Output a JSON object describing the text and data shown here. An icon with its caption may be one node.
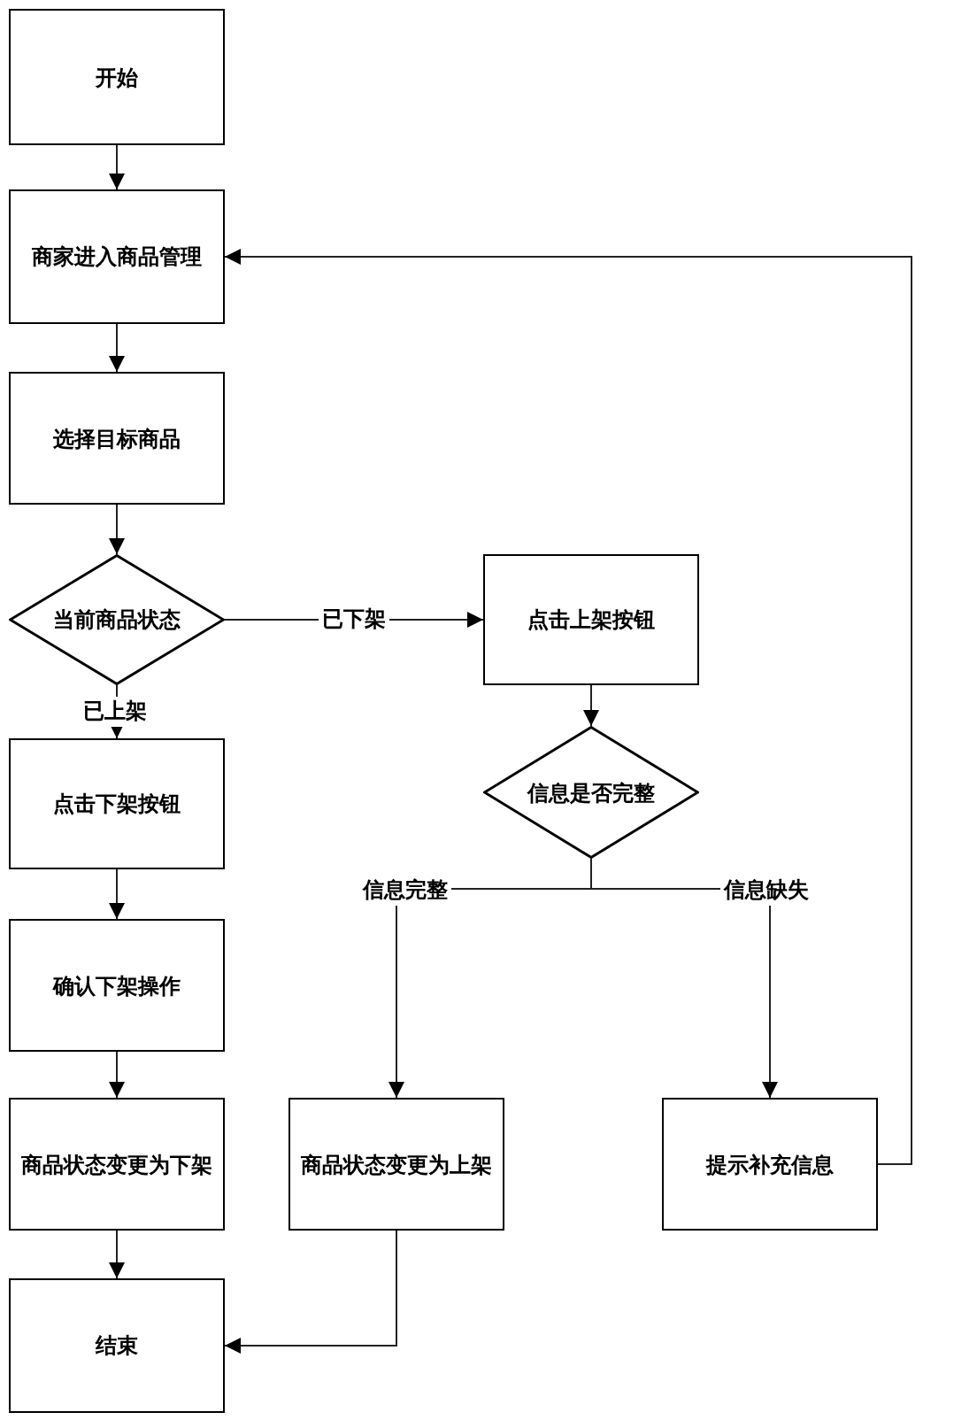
{
  "diagram": {
    "nodes": [
      {
        "text": [
          "开始"
        ]
      },
      {
        "text": [
          "商家进入商品管理"
        ]
      },
      {
        "text": [
          "选择目标商品"
        ]
      },
      {
        "text": [
          "当前商品状态"
        ]
      },
      {
        "text": [
          "点击上架按钮"
        ]
      },
      {
        "text": [
          "点击下架按钮"
        ]
      },
      {
        "text": [
          "信息是否完整"
        ]
      },
      {
        "text": [
          "确认下架操作"
        ]
      },
      {
        "text": [
          "商品状态变更为下架"
        ]
      },
      {
        "text": [
          "商品状态变更为上架"
        ]
      },
      {
        "text": [
          "提示补充信息"
        ]
      },
      {
        "text": [
          "结束"
        ]
      }
    ],
    "edges": [
      {
        "from": 0,
        "to": 1,
        "arrow": "to"
      },
      {
        "from": 1,
        "to": 2,
        "arrow": "to"
      },
      {
        "from": 2,
        "to": 3,
        "arrow": "to"
      },
      {
        "from": 3,
        "to": 4,
        "arrow": "to",
        "label": "已下架"
      },
      {
        "from": 3,
        "to": 5,
        "arrow": "to",
        "label": "已上架"
      },
      {
        "from": 4,
        "to": 6,
        "arrow": "to"
      },
      {
        "from": 6,
        "to": 9,
        "arrow": "to",
        "label": "信息完整"
      },
      {
        "from": 6,
        "to": 10,
        "arrow": "to",
        "label": "信息缺失"
      },
      {
        "from": 5,
        "to": 7,
        "arrow": "to"
      },
      {
        "from": 7,
        "to": 8,
        "arrow": "to"
      },
      {
        "from": 8,
        "to": 11,
        "arrow": "to"
      },
      {
        "from": 9,
        "to": 11,
        "arrow": "to"
      },
      {
        "from": 10,
        "to": 1,
        "arrow": "to"
      }
    ]
  }
}
